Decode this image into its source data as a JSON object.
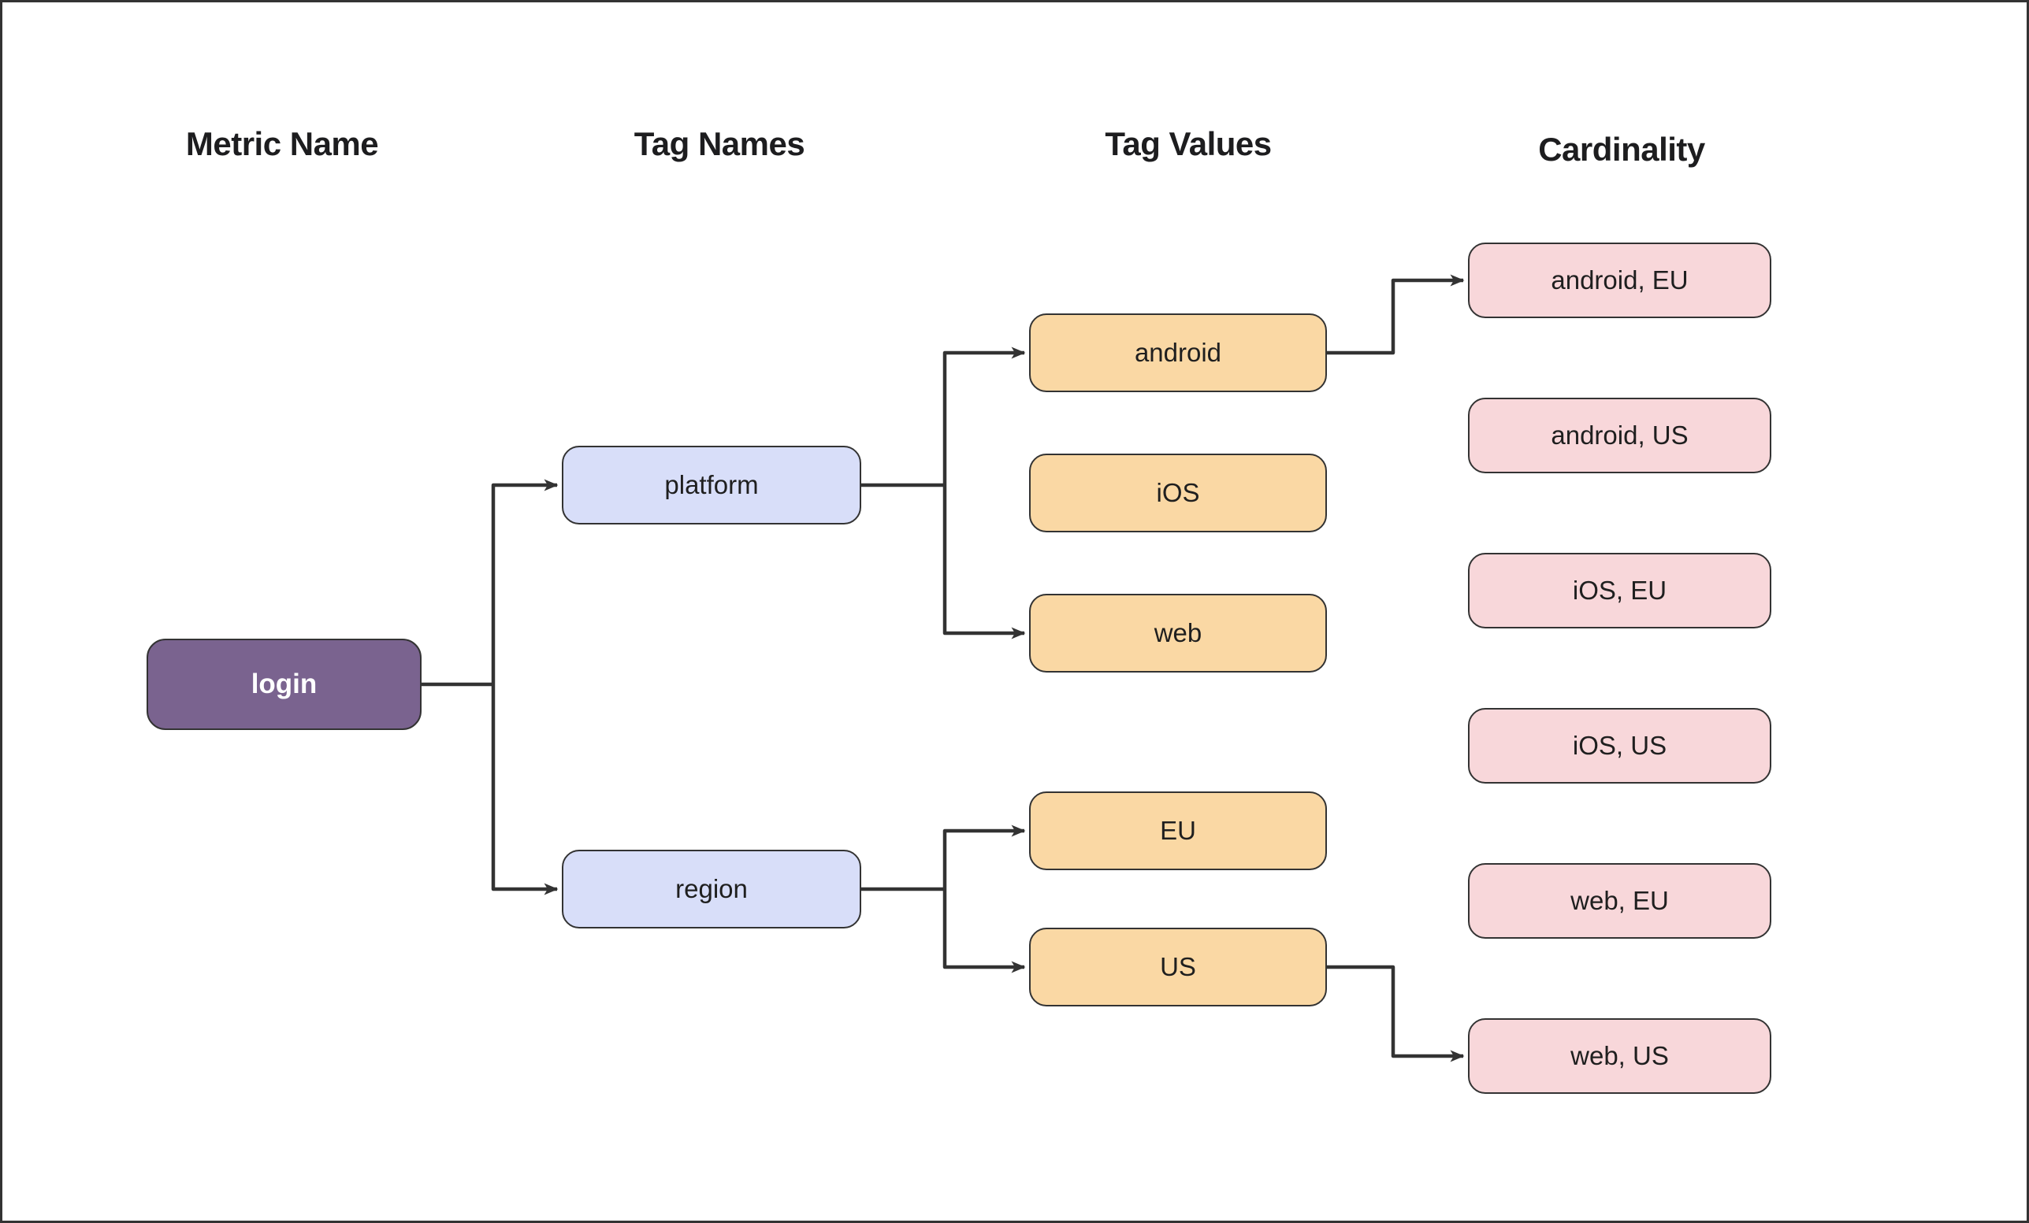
{
  "diagram": {
    "columns": [
      {
        "id": "metric-name",
        "header": "Metric Name",
        "nodes": [
          {
            "id": "login",
            "label": "login",
            "type": "metric"
          }
        ]
      },
      {
        "id": "tag-names",
        "header": "Tag Names",
        "nodes": [
          {
            "id": "platform",
            "label": "platform",
            "type": "tag-name"
          },
          {
            "id": "region",
            "label": "region",
            "type": "tag-name"
          }
        ]
      },
      {
        "id": "tag-values",
        "header": "Tag Values",
        "nodes": [
          {
            "id": "android",
            "label": "android",
            "type": "tag-value"
          },
          {
            "id": "ios",
            "label": "iOS",
            "type": "tag-value"
          },
          {
            "id": "web",
            "label": "web",
            "type": "tag-value"
          },
          {
            "id": "eu",
            "label": "EU",
            "type": "tag-value"
          },
          {
            "id": "us",
            "label": "US",
            "type": "tag-value"
          }
        ]
      },
      {
        "id": "cardinality",
        "header": "Cardinality",
        "nodes": [
          {
            "id": "android-eu",
            "label": "android, EU",
            "type": "cardinality"
          },
          {
            "id": "android-us",
            "label": "android, US",
            "type": "cardinality"
          },
          {
            "id": "ios-eu",
            "label": "iOS, EU",
            "type": "cardinality"
          },
          {
            "id": "ios-us",
            "label": "iOS, US",
            "type": "cardinality"
          },
          {
            "id": "web-eu",
            "label": "web, EU",
            "type": "cardinality"
          },
          {
            "id": "web-us",
            "label": "web, US",
            "type": "cardinality"
          }
        ]
      }
    ],
    "edges": [
      {
        "from": "login",
        "to": "platform",
        "arrow": true
      },
      {
        "from": "login",
        "to": "region",
        "arrow": true
      },
      {
        "from": "platform",
        "to": "android",
        "arrow": true
      },
      {
        "from": "platform",
        "to": "web",
        "arrow": true
      },
      {
        "from": "region",
        "to": "EU",
        "arrow": true
      },
      {
        "from": "region",
        "to": "US",
        "arrow": true
      },
      {
        "from": "android",
        "to": "android, EU",
        "arrow": true
      },
      {
        "from": "US",
        "to": "web, US",
        "arrow": true
      }
    ]
  },
  "colors": {
    "background": "#ffffff",
    "frame-border": "#333333",
    "metric-fill": "#7a638f",
    "metric-text": "#ffffff",
    "tag-name-fill": "#d8def9",
    "tag-value-fill": "#fad8a4",
    "cardinality-fill": "#f8d7da",
    "node-border": "#333333",
    "node-text": "#1f1f1f",
    "header-text": "#1d1d1f",
    "edge": "#333333"
  }
}
